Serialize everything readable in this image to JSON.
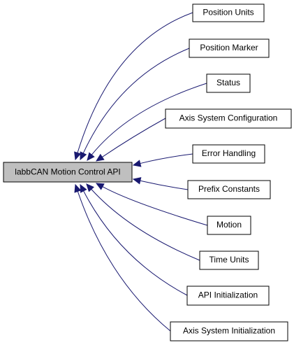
{
  "diagram": {
    "root": {
      "label": "labbCAN Motion Control API"
    },
    "modules": [
      {
        "label": "Position Units"
      },
      {
        "label": "Position Marker"
      },
      {
        "label": "Status"
      },
      {
        "label": "Axis System Configuration"
      },
      {
        "label": "Error Handling"
      },
      {
        "label": "Prefix Constants"
      },
      {
        "label": "Motion"
      },
      {
        "label": "Time Units"
      },
      {
        "label": "API Initialization"
      },
      {
        "label": "Axis System Initialization"
      }
    ],
    "colors": {
      "edge": "#191970",
      "root_fill": "#bfbfbf",
      "box_stroke": "#000000"
    }
  }
}
